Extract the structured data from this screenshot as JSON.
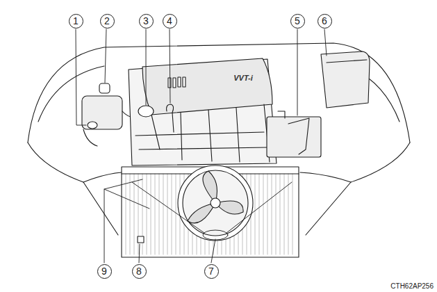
{
  "diagram": {
    "labels": [
      "1",
      "2",
      "3",
      "4",
      "5",
      "6",
      "VVT-i",
      "9",
      "8",
      "7",
      "CTH62AP256"
    ]
  }
}
